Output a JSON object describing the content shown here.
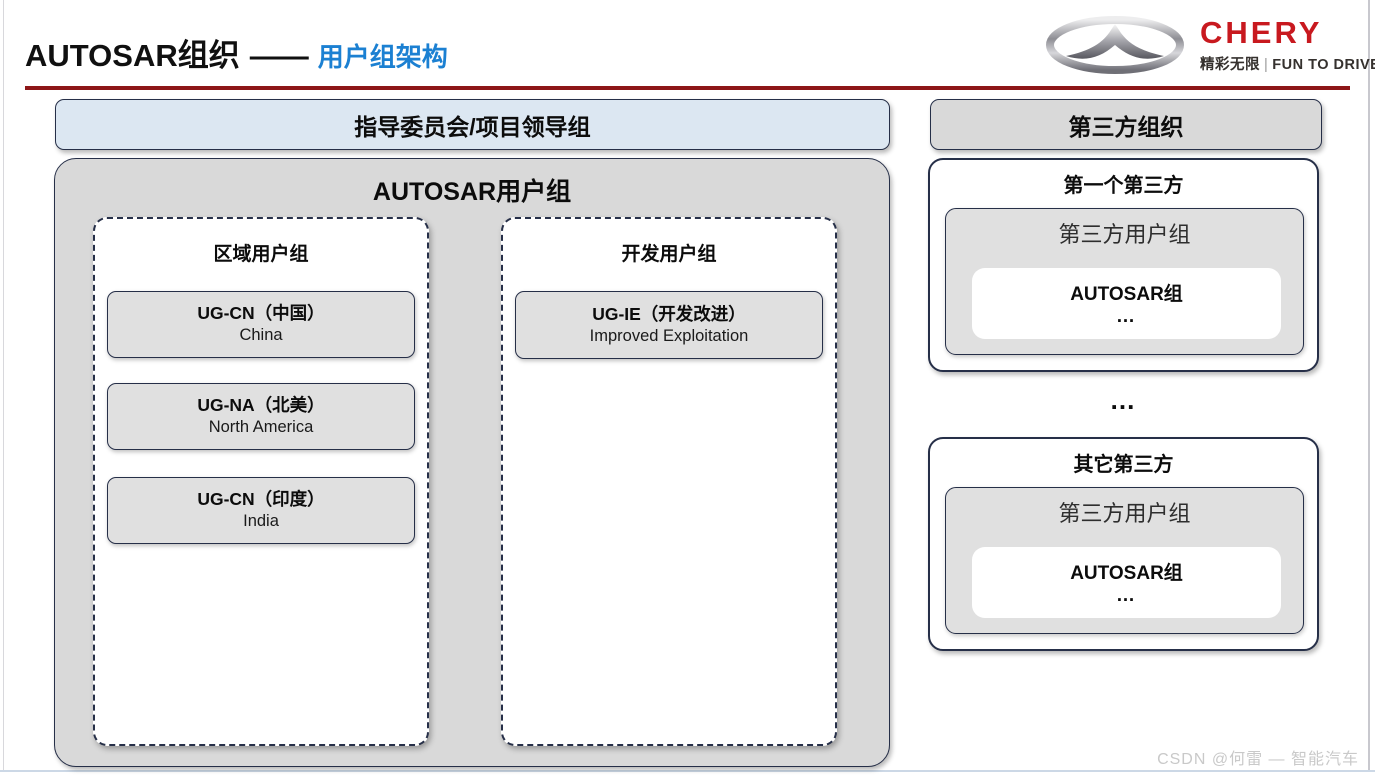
{
  "header": {
    "title_main": "AUTOSAR组织",
    "title_dash": "——",
    "title_sub": "用户组架构"
  },
  "logo": {
    "brand": "CHERY",
    "tagline_cn": "精彩无限",
    "tagline_sep": "|",
    "tagline_en": "FUN TO DRIVE"
  },
  "left": {
    "steering": "指导委员会/项目领导组",
    "user_group_title": "AUTOSAR用户组",
    "regional": {
      "title": "区域用户组",
      "items": [
        {
          "name": "UG-CN（中国）",
          "sub": "China"
        },
        {
          "name": "UG-NA（北美）",
          "sub": "North America"
        },
        {
          "name": "UG-CN（印度）",
          "sub": "India"
        }
      ]
    },
    "development": {
      "title": "开发用户组",
      "items": [
        {
          "name": "UG-IE（开发改进）",
          "sub": "Improved Exploitation"
        }
      ]
    }
  },
  "right": {
    "header": "第三方组织",
    "between_ellipsis": "…",
    "parties": [
      {
        "title": "第一个第三方",
        "group": "第三方用户组",
        "inner": "AUTOSAR组",
        "more": "…"
      },
      {
        "title": "其它第三方",
        "group": "第三方用户组",
        "inner": "AUTOSAR组",
        "more": "…"
      }
    ]
  },
  "watermark": "CSDN @何雷 — 智能汽车",
  "colors": {
    "accent_blue": "#1b80d2",
    "rule_red": "#8d1618",
    "brand_red": "#c8191f",
    "box_gray": "#d9d9d9",
    "item_gray": "#e0e0e0",
    "steering_blue": "#dce7f2",
    "border_navy": "#262f48"
  }
}
